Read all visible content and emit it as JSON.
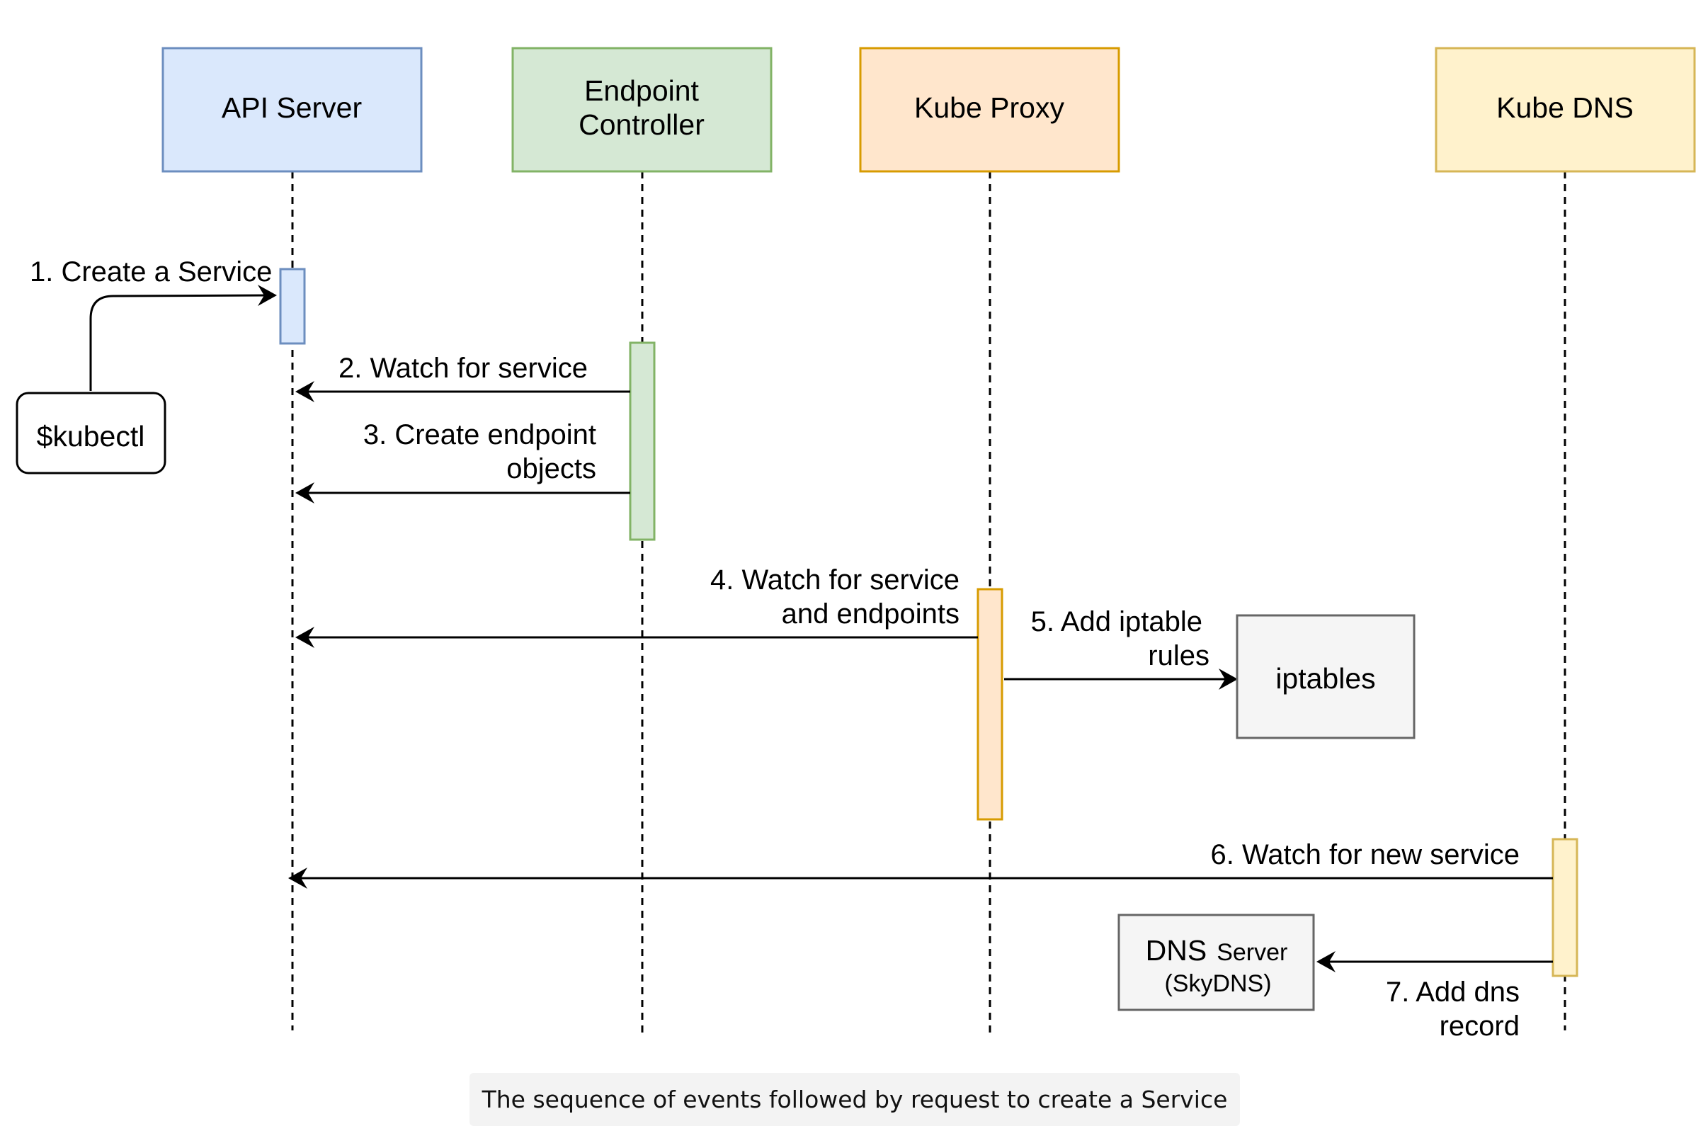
{
  "participants": [
    {
      "id": "api",
      "lines": [
        "API Server"
      ]
    },
    {
      "id": "endpoint",
      "lines": [
        "Endpoint",
        "Controller"
      ]
    },
    {
      "id": "proxy",
      "lines": [
        "Kube Proxy"
      ]
    },
    {
      "id": "dns",
      "lines": [
        "Kube DNS"
      ]
    }
  ],
  "actor": {
    "label": "$kubectl"
  },
  "iptables_box": {
    "label": "iptables"
  },
  "dns_server_box": {
    "label_main": "DNS",
    "label_small": "Server",
    "label_sub": "(SkyDNS)"
  },
  "messages": [
    {
      "id": "m1",
      "lines": [
        "1. Create a Service"
      ]
    },
    {
      "id": "m2",
      "lines": [
        "2. Watch for service"
      ]
    },
    {
      "id": "m3",
      "lines": [
        "3. Create endpoint",
        "objects"
      ]
    },
    {
      "id": "m4",
      "lines": [
        "4. Watch for service",
        "and endpoints"
      ]
    },
    {
      "id": "m5",
      "lines": [
        "5. Add iptable",
        "rules"
      ]
    },
    {
      "id": "m6",
      "lines": [
        "6. Watch for new service"
      ]
    },
    {
      "id": "m7",
      "lines": [
        "7. Add dns",
        "record"
      ]
    }
  ],
  "caption": "The sequence of events followed by request to create a Service",
  "colors": {
    "api_fill": "#dae8fc",
    "api_stroke": "#6c8ebf",
    "endpoint_fill": "#d5e8d4",
    "endpoint_stroke": "#82b366",
    "proxy_fill": "#ffe6cc",
    "proxy_stroke": "#d79b00",
    "dns_fill": "#fff2cc",
    "dns_stroke": "#d6b656",
    "gray_fill": "#f5f5f5",
    "gray_stroke": "#666666"
  }
}
